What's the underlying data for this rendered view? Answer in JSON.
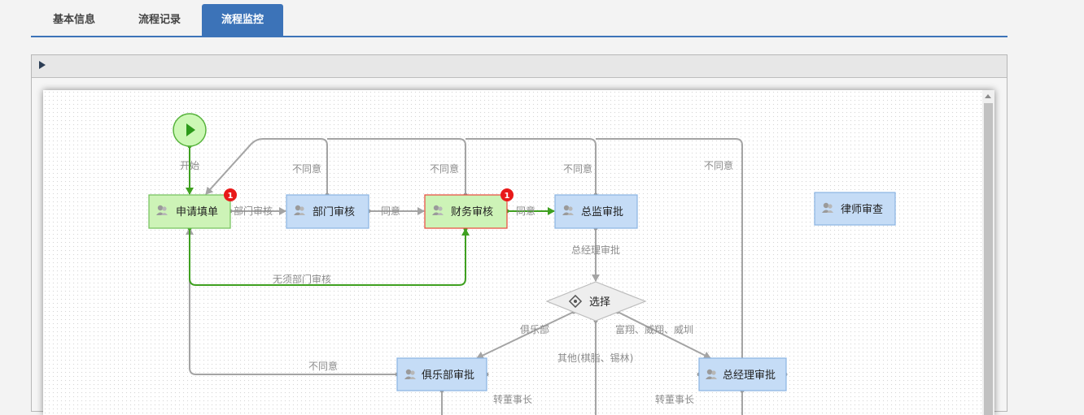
{
  "tabs": [
    {
      "label": "基本信息",
      "active": false
    },
    {
      "label": "流程记录",
      "active": false
    },
    {
      "label": "流程监控",
      "active": true
    }
  ],
  "colors": {
    "accent": "#3c73b8",
    "active_node_fill": "#cdf3b7",
    "active_node_border": "#71c05a",
    "pending_node_border": "#e8473a",
    "node_fill": "#c5dcf6",
    "node_border": "#8ab4e3",
    "active_edge": "#3fa020",
    "edge": "#a4a4a4",
    "badge": "#e81919"
  },
  "start_node": {
    "icon": "play-icon"
  },
  "nodes": {
    "apply": {
      "label": "申请填单",
      "badge": "1"
    },
    "dept": {
      "label": "部门审核"
    },
    "finance": {
      "label": "财务审核",
      "badge": "1"
    },
    "director": {
      "label": "总监审批"
    },
    "lawyer": {
      "label": "律师审查"
    },
    "club": {
      "label": "俱乐部审批"
    },
    "gm": {
      "label": "总经理审批"
    }
  },
  "gateway": {
    "label": "选择"
  },
  "edge_labels": {
    "start": "开始",
    "to_dept": "部门审核",
    "dept_agree": "同意",
    "finance_agree": "同意",
    "reject_dept": "不同意",
    "reject_finance": "不同意",
    "reject_director": "不同意",
    "reject_gm_top": "不同意",
    "no_dept": "无须部门审核",
    "gm_review": "总经理审批",
    "club_branch": "俱乐部",
    "other_branch": "其他(棋脂、锡林)",
    "fx_branch": "富翔、威翔、威圳",
    "reject_club": "不同意",
    "club_down": "转董事长",
    "gm_down": "转董事长"
  }
}
